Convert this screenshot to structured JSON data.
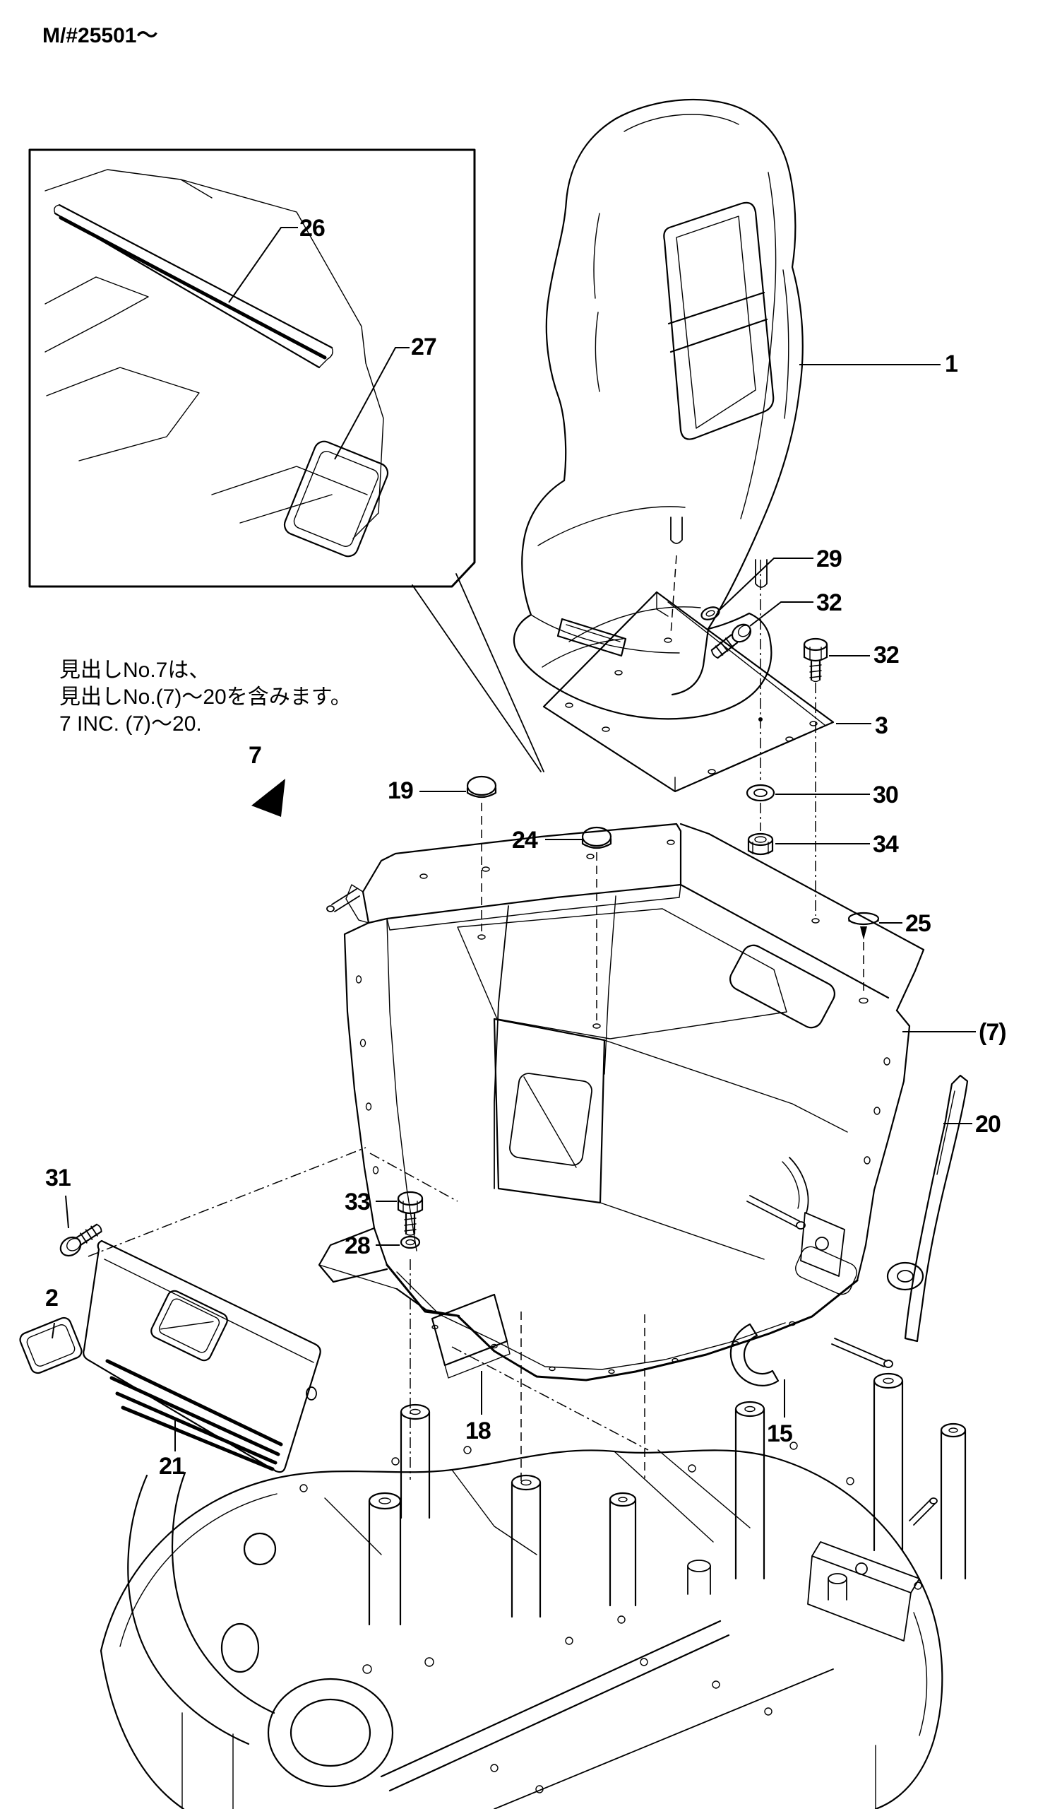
{
  "page": {
    "serial_note": "M/#25501～",
    "inclusion_note": [
      "見出しNo.7は、",
      "見出しNo.(7)～20を含みます。",
      "7 INC. (7)～20."
    ],
    "background_color": "#ffffff",
    "line_color": "#000000"
  },
  "callouts": {
    "part_1": "1",
    "part_2": "2",
    "part_3": "3",
    "part_7": "7",
    "part_7_paren": "(7)",
    "part_15": "15",
    "part_18": "18",
    "part_19": "19",
    "part_20": "20",
    "part_21": "21",
    "part_24": "24",
    "part_25": "25",
    "part_26": "26",
    "part_27": "27",
    "part_28": "28",
    "part_29": "29",
    "part_30": "30",
    "part_31": "31",
    "part_32": "32",
    "part_33": "33",
    "part_34": "34"
  },
  "icons": {
    "fasteners": [
      "cap-plug-icon",
      "push-pin-icon",
      "hex-bolt-icon",
      "washer-icon",
      "hex-nut-icon"
    ]
  }
}
